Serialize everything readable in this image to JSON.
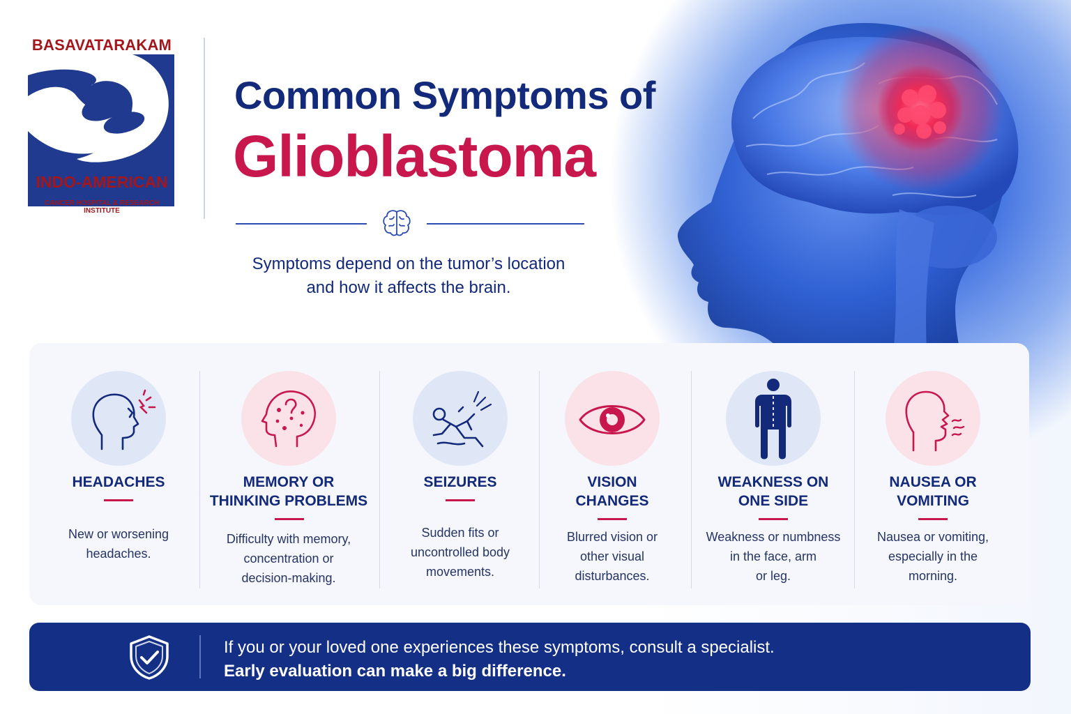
{
  "logo": {
    "top_text": "BASAVATARAKAM",
    "middle_text": "INDO-AMERICAN",
    "bottom_text": "CANCER HOSPITAL & RESEARCH INSTITUTE"
  },
  "title": {
    "line1": "Common Symptoms of",
    "line2": "Glioblastoma",
    "divider_icon": "brain-icon"
  },
  "subtitle": {
    "line1": "Symptoms depend on the tumor’s location",
    "line2": "and how it affects the brain."
  },
  "symptoms": [
    {
      "icon": "headache-icon",
      "tone": "blue",
      "label_line1": "HEADACHES",
      "label_line2": "",
      "desc": [
        "New or worsening",
        "headaches."
      ]
    },
    {
      "icon": "memory-head-question-icon",
      "tone": "pink",
      "label_line1": "MEMORY OR",
      "label_line2": "THINKING PROBLEMS",
      "desc": [
        "Difficulty with memory,",
        "concentration or",
        "decision-making."
      ]
    },
    {
      "icon": "seizure-icon",
      "tone": "blue",
      "label_line1": "SEIZURES",
      "label_line2": "",
      "desc": [
        "Sudden fits or",
        "uncontrolled body",
        "movements."
      ]
    },
    {
      "icon": "eye-icon",
      "tone": "pink",
      "label_line1": "VISION",
      "label_line2": "CHANGES",
      "desc": [
        "Blurred vision or",
        "other visual",
        "disturbances."
      ]
    },
    {
      "icon": "person-weakness-icon",
      "tone": "blue",
      "label_line1": "WEAKNESS ON",
      "label_line2": "ONE SIDE",
      "desc": [
        "Weakness or numbness",
        "in the face, arm",
        "or leg."
      ]
    },
    {
      "icon": "nausea-face-icon",
      "tone": "pink",
      "label_line1": "NAUSEA OR",
      "label_line2": "VOMITING",
      "desc": [
        "Nausea or vomiting,",
        "especially in the",
        "morning."
      ]
    }
  ],
  "banner": {
    "icon": "shield-check-icon",
    "line1": "If you or your loved one experiences these symptoms, consult a specialist.",
    "line2": "Early evaluation can make a big difference."
  },
  "colors": {
    "navy": "#13297a",
    "crimson": "#c8174d",
    "logo_red": "#a3161c",
    "logo_blue": "#1f3a8f",
    "banner": "#142f86"
  }
}
